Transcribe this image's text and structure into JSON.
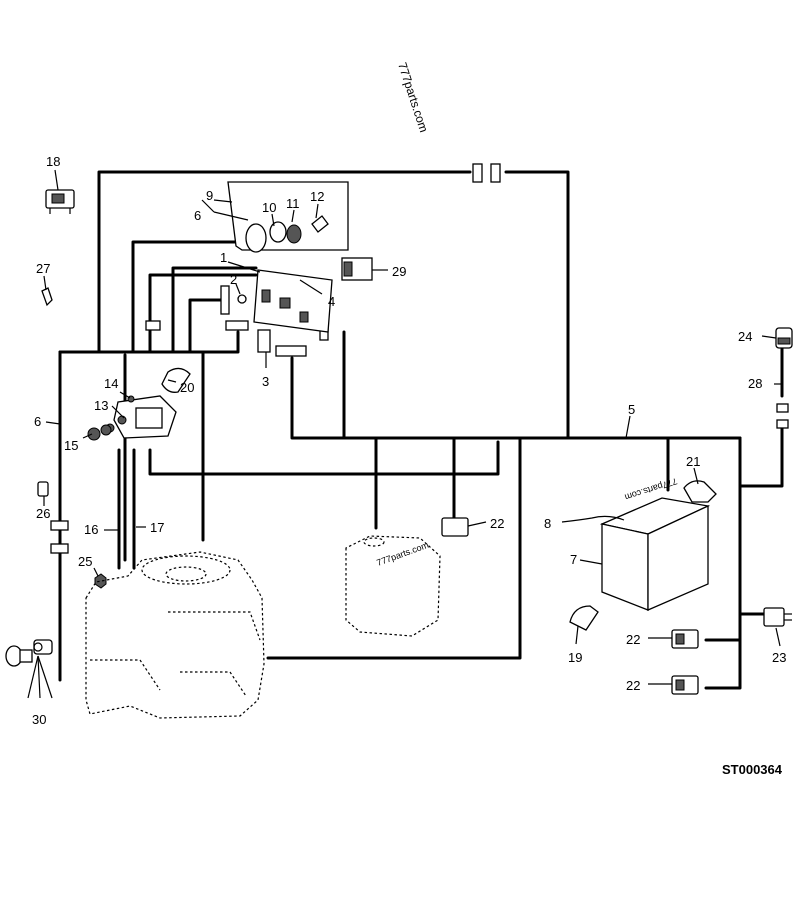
{
  "watermark": "777parts.com",
  "drawing_code": "ST000364",
  "callouts": [
    {
      "id": "1",
      "text": "1"
    },
    {
      "id": "2",
      "text": "2"
    },
    {
      "id": "3",
      "text": "3"
    },
    {
      "id": "4",
      "text": "4"
    },
    {
      "id": "5",
      "text": "5"
    },
    {
      "id": "6a",
      "text": "6"
    },
    {
      "id": "6b",
      "text": "6"
    },
    {
      "id": "7",
      "text": "7"
    },
    {
      "id": "8",
      "text": "8"
    },
    {
      "id": "9",
      "text": "9"
    },
    {
      "id": "10",
      "text": "10"
    },
    {
      "id": "11",
      "text": "11"
    },
    {
      "id": "12",
      "text": "12"
    },
    {
      "id": "13",
      "text": "13"
    },
    {
      "id": "14",
      "text": "14"
    },
    {
      "id": "15",
      "text": "15"
    },
    {
      "id": "16",
      "text": "16"
    },
    {
      "id": "17",
      "text": "17"
    },
    {
      "id": "18",
      "text": "18"
    },
    {
      "id": "19",
      "text": "19"
    },
    {
      "id": "20",
      "text": "20"
    },
    {
      "id": "21",
      "text": "21"
    },
    {
      "id": "22a",
      "text": "22"
    },
    {
      "id": "22b",
      "text": "22"
    },
    {
      "id": "22c",
      "text": "22"
    },
    {
      "id": "23",
      "text": "23"
    },
    {
      "id": "24",
      "text": "24"
    },
    {
      "id": "25",
      "text": "25"
    },
    {
      "id": "26",
      "text": "26"
    },
    {
      "id": "27",
      "text": "27"
    },
    {
      "id": "28",
      "text": "28"
    },
    {
      "id": "29",
      "text": "29"
    },
    {
      "id": "30",
      "text": "30"
    }
  ]
}
